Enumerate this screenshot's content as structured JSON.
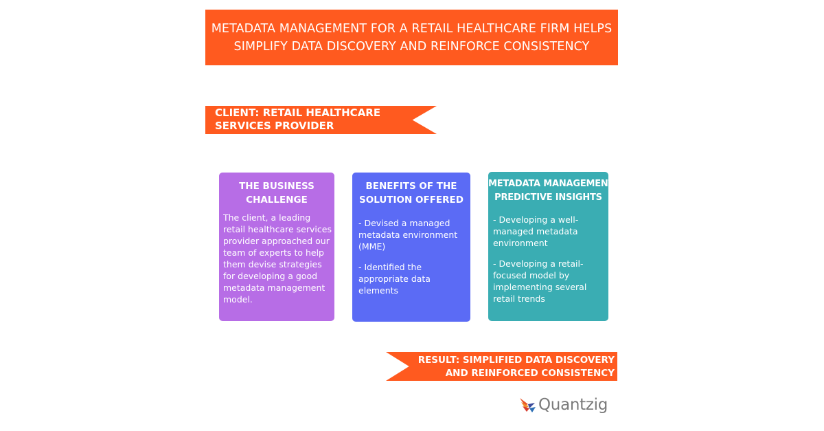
{
  "banner": {
    "title_line1": "METADATA MANAGEMENT FOR A RETAIL HEALTHCARE FIRM HELPS",
    "title_line2": "SIMPLIFY DATA DISCOVERY AND REINFORCE CONSISTENCY"
  },
  "client": {
    "line1": "CLIENT: RETAIL HEALTHCARE",
    "line2": "SERVICES PROVIDER"
  },
  "cards": [
    {
      "title": [
        "THE BUSINESS",
        "CHALLENGE"
      ],
      "body": [
        "The client, a leading",
        "retail healthcare services",
        "provider approached our",
        "team of experts to help",
        "them devise strategies",
        "for developing a good",
        "metadata management",
        "model."
      ]
    },
    {
      "title": [
        "BENEFITS OF THE",
        "SOLUTION OFFERED"
      ],
      "body1": [
        "- Devised a managed",
        "metadata environment",
        "(MME)"
      ],
      "body2": [
        "- Identified the",
        "appropriate data",
        "elements"
      ]
    },
    {
      "title": [
        "METADATA MANAGEMENT",
        "PREDICTIVE INSIGHTS"
      ],
      "body1": [
        "- Developing a well-",
        "managed metadata",
        "environment"
      ],
      "body2": [
        "- Developing a retail-",
        "focused model by",
        "implementing several",
        "retail trends"
      ]
    }
  ],
  "result": {
    "line1": "RESULT: SIMPLIFIED DATA DISCOVERY",
    "line2": "AND REINFORCED CONSISTENCY"
  },
  "logo": {
    "icon": "quantzig-logo-icon",
    "text": "Quantzig"
  },
  "colors": {
    "accent_orange": "#ff5a1f",
    "card_purple": "#b76de6",
    "card_blue": "#5b6bf5",
    "card_teal": "#3aadb3",
    "logo_gray": "#7a7a7a"
  }
}
